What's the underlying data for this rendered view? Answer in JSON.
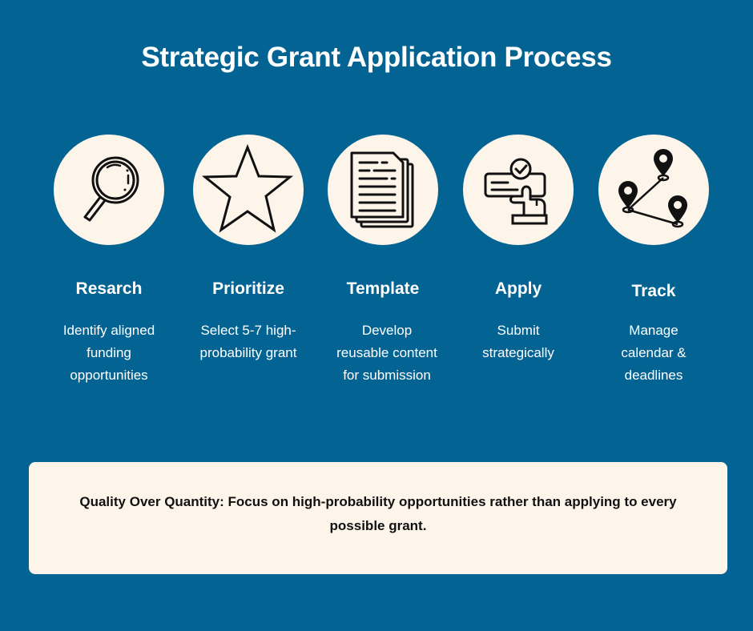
{
  "title": "Strategic Grant Application Process",
  "colors": {
    "background": "#036494",
    "circle_fill": "#fdf4ea",
    "note_fill": "#fdf4ea",
    "icon_stroke": "#111111",
    "text_light": "#ffffff",
    "text_dark": "#111111"
  },
  "steps": [
    {
      "title": "Resarch",
      "description": "Identify aligned funding opportunities",
      "icon": "magnifying-glass-icon"
    },
    {
      "title": "Prioritize",
      "description": "Select 5-7 high-probability grant",
      "icon": "star-icon"
    },
    {
      "title": "Template",
      "description": "Develop reusable content for submission",
      "icon": "documents-icon"
    },
    {
      "title": "Apply",
      "description": "Submit strategically",
      "icon": "hand-click-check-icon"
    },
    {
      "title": "Track",
      "description": "Manage calendar & deadlines",
      "icon": "map-pins-route-icon"
    }
  ],
  "note": {
    "text": "Quality Over Quantity: Focus on high-probability opportunities rather than applying to every possible grant."
  }
}
